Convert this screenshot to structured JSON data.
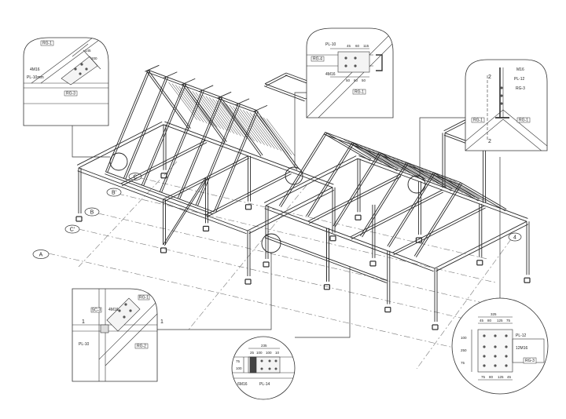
{
  "grid_labels": {
    "a": "A",
    "b": "B",
    "b_prime": "B'",
    "c": "C",
    "c_prime": "C'",
    "four": "4"
  },
  "detail_top_left": {
    "tags": [
      "RG-1",
      "RG-3"
    ],
    "bolts": "4M16",
    "plate": "PL-10mm",
    "dims": [
      "145",
      "200"
    ]
  },
  "detail_top_center": {
    "plate": "PL-10",
    "tags": [
      "RG-4",
      "RG-1"
    ],
    "bolts": "4M16",
    "dims_top": [
      "45",
      "60",
      "115"
    ],
    "dims_bottom": [
      "50",
      "60",
      "50"
    ]
  },
  "detail_top_right": {
    "bolts": "M16",
    "plate": "PL-12",
    "tags": [
      "RG-3",
      "RG-1",
      "RG-1"
    ],
    "marks": [
      "2",
      "2"
    ]
  },
  "detail_bottom_left": {
    "tags": [
      "RG-1",
      "SC-3",
      "RG-2"
    ],
    "bolts": "4M16",
    "plate": "PL-10",
    "marks": [
      "1",
      "1"
    ]
  },
  "detail_bottom_center": {
    "dims_top": [
      "235",
      "25",
      "100",
      "100",
      "10"
    ],
    "dims_side": [
      "75",
      "100"
    ],
    "bolts": "6M16",
    "plate": "PL-14"
  },
  "detail_bottom_right": {
    "dims_top": [
      "325",
      "45",
      "80",
      "125",
      "75"
    ],
    "plate": "PL-12",
    "bolts": "12M16",
    "tag": "RG-3",
    "dims_side": [
      "100",
      "250",
      "75"
    ],
    "dims_bottom": [
      "75",
      "80",
      "125",
      "45"
    ]
  }
}
